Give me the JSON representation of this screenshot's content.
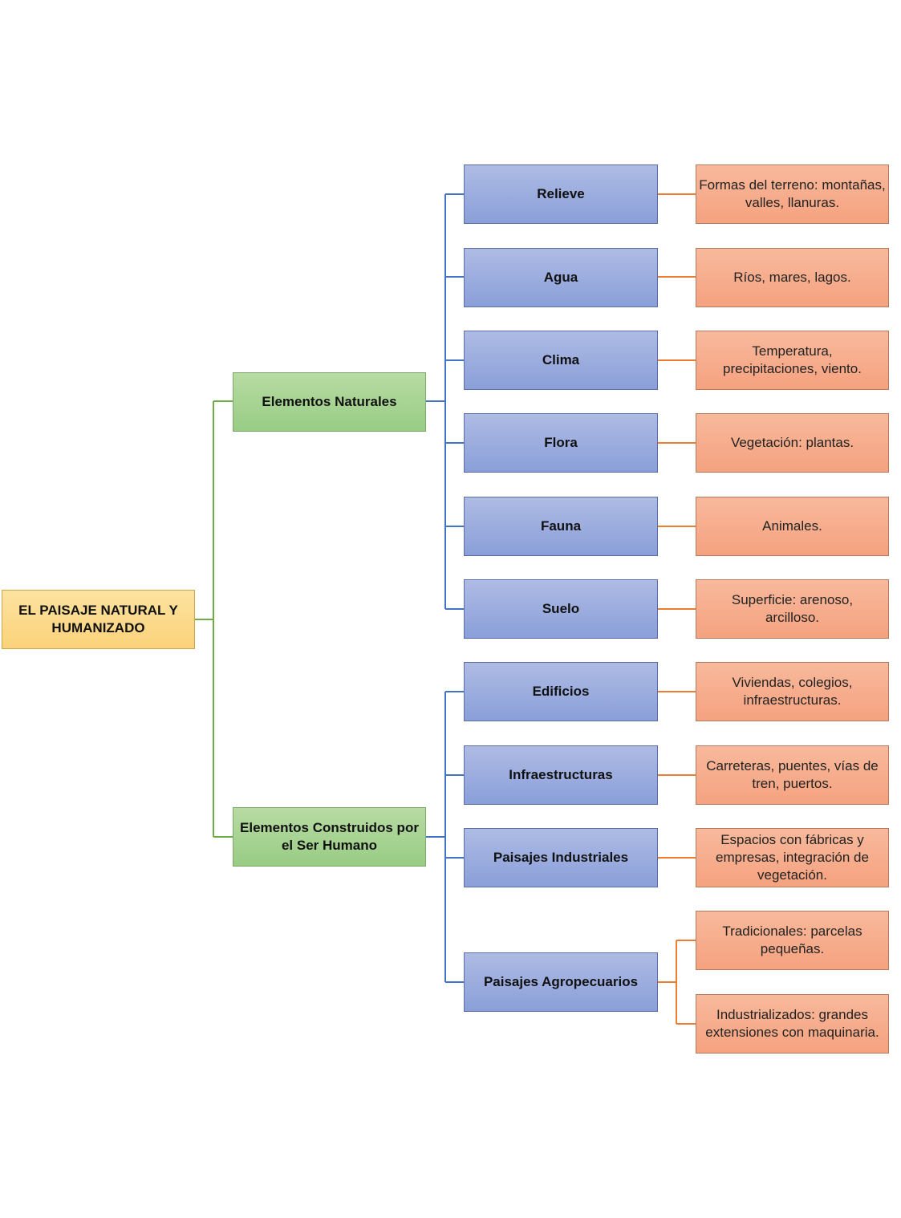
{
  "root": {
    "label": "EL PAISAJE NATURAL Y HUMANIZADO"
  },
  "branches": [
    {
      "label": "Elementos Naturales",
      "children": [
        {
          "label": "Relieve",
          "details": [
            "Formas del terreno: montañas, valles, llanuras."
          ]
        },
        {
          "label": "Agua",
          "details": [
            "Ríos, mares, lagos."
          ]
        },
        {
          "label": "Clima",
          "details": [
            "Temperatura, precipitaciones, viento."
          ]
        },
        {
          "label": "Flora",
          "details": [
            "Vegetación: plantas."
          ]
        },
        {
          "label": "Fauna",
          "details": [
            "Animales."
          ]
        },
        {
          "label": "Suelo",
          "details": [
            "Superficie: arenoso, arcilloso."
          ]
        }
      ]
    },
    {
      "label": "Elementos Construidos por el Ser Humano",
      "children": [
        {
          "label": "Edificios",
          "details": [
            "Viviendas, colegios, infraestructuras."
          ]
        },
        {
          "label": "Infraestructuras",
          "details": [
            "Carreteras, puentes, vías de tren, puertos."
          ]
        },
        {
          "label": "Paisajes Industriales",
          "details": [
            "Espacios con fábricas y empresas, integración de vegetación."
          ]
        },
        {
          "label": "Paisajes Agropecuarios",
          "details": [
            "Tradicionales: parcelas pequeñas.",
            "Industrializados: grandes extensiones con maquinaria."
          ]
        }
      ]
    }
  ],
  "colors": {
    "root_connector": "#70ad47",
    "branch_connector": "#4472c4",
    "detail_connector": "#ed7d31"
  }
}
